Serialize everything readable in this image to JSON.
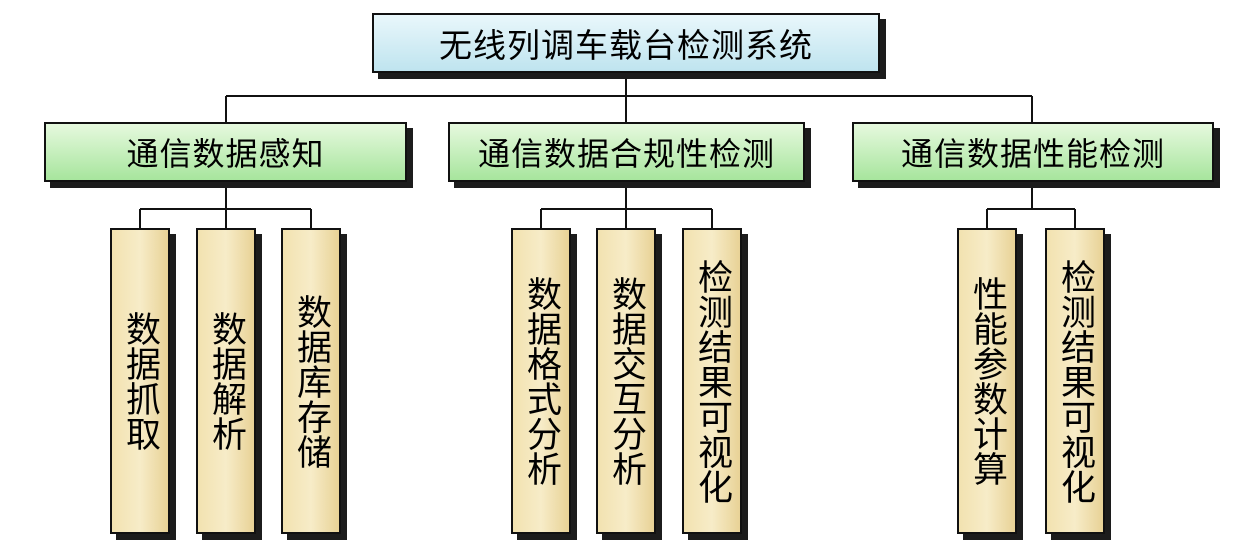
{
  "root": {
    "label": "无线列调车载台检测系统"
  },
  "categories": [
    {
      "label": "通信数据感知",
      "children": [
        "数据抓取",
        "数据解析",
        "数据库存储"
      ]
    },
    {
      "label": "通信数据合规性检测",
      "children": [
        "数据格式分析",
        "数据交互分析",
        "检测结果可视化"
      ]
    },
    {
      "label": "通信数据性能检测",
      "children": [
        "性能参数计算",
        "检测结果可视化"
      ]
    }
  ],
  "colors": {
    "root_fill": "#bfe4ef",
    "category_fill": "#a7e59d",
    "leaf_fill": "#f2e2b0",
    "line": "#111111"
  }
}
